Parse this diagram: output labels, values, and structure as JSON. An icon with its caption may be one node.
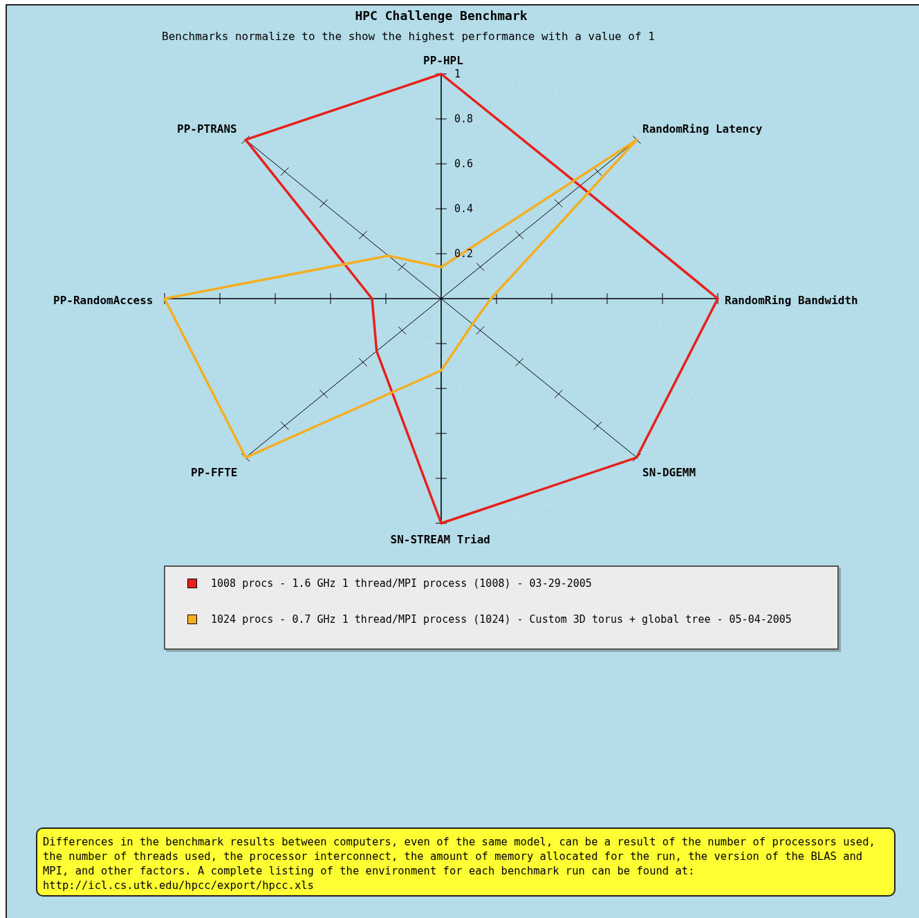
{
  "diagram": {
    "title": "HPC Challenge Benchmark",
    "labels": [
      "Benchmarks normalize to the show the highest performance with a value of 1",
      "PP-HPL",
      "1",
      "PP-PTRANS",
      "RandomRing Latency",
      "0.8",
      "0.6",
      "0.4",
      "0.2",
      "PP-RandomAccess",
      "RandomRing Bandwidth",
      "PP-FFTE",
      "SN-DGEMM",
      "SN-STREAM Triad",
      "Differences in the benchmark results between computers, even of the same model, can be a result of the number of processors used, the number of threads used, the processor interconnect, the amount of memory allocated for the run, the version of the BLAS and MPI, and other factors. A complete listing of the environment for each benchmark run can be found at: http://icl.cs.utk.edu/hpcc/export/hpcc.xls"
    ],
    "legend": [
      {
        "text": "1008 procs - 1.6 GHz 1 thread/MPI process (1008) - 03-29-2005",
        "color": "#e8201c"
      },
      {
        "text": "1024 procs - 0.7 GHz 1 thread/MPI process (1024) - Custom 3D torus + global tree - 05-04-2005",
        "color": "#f5ae22"
      }
    ]
  }
}
